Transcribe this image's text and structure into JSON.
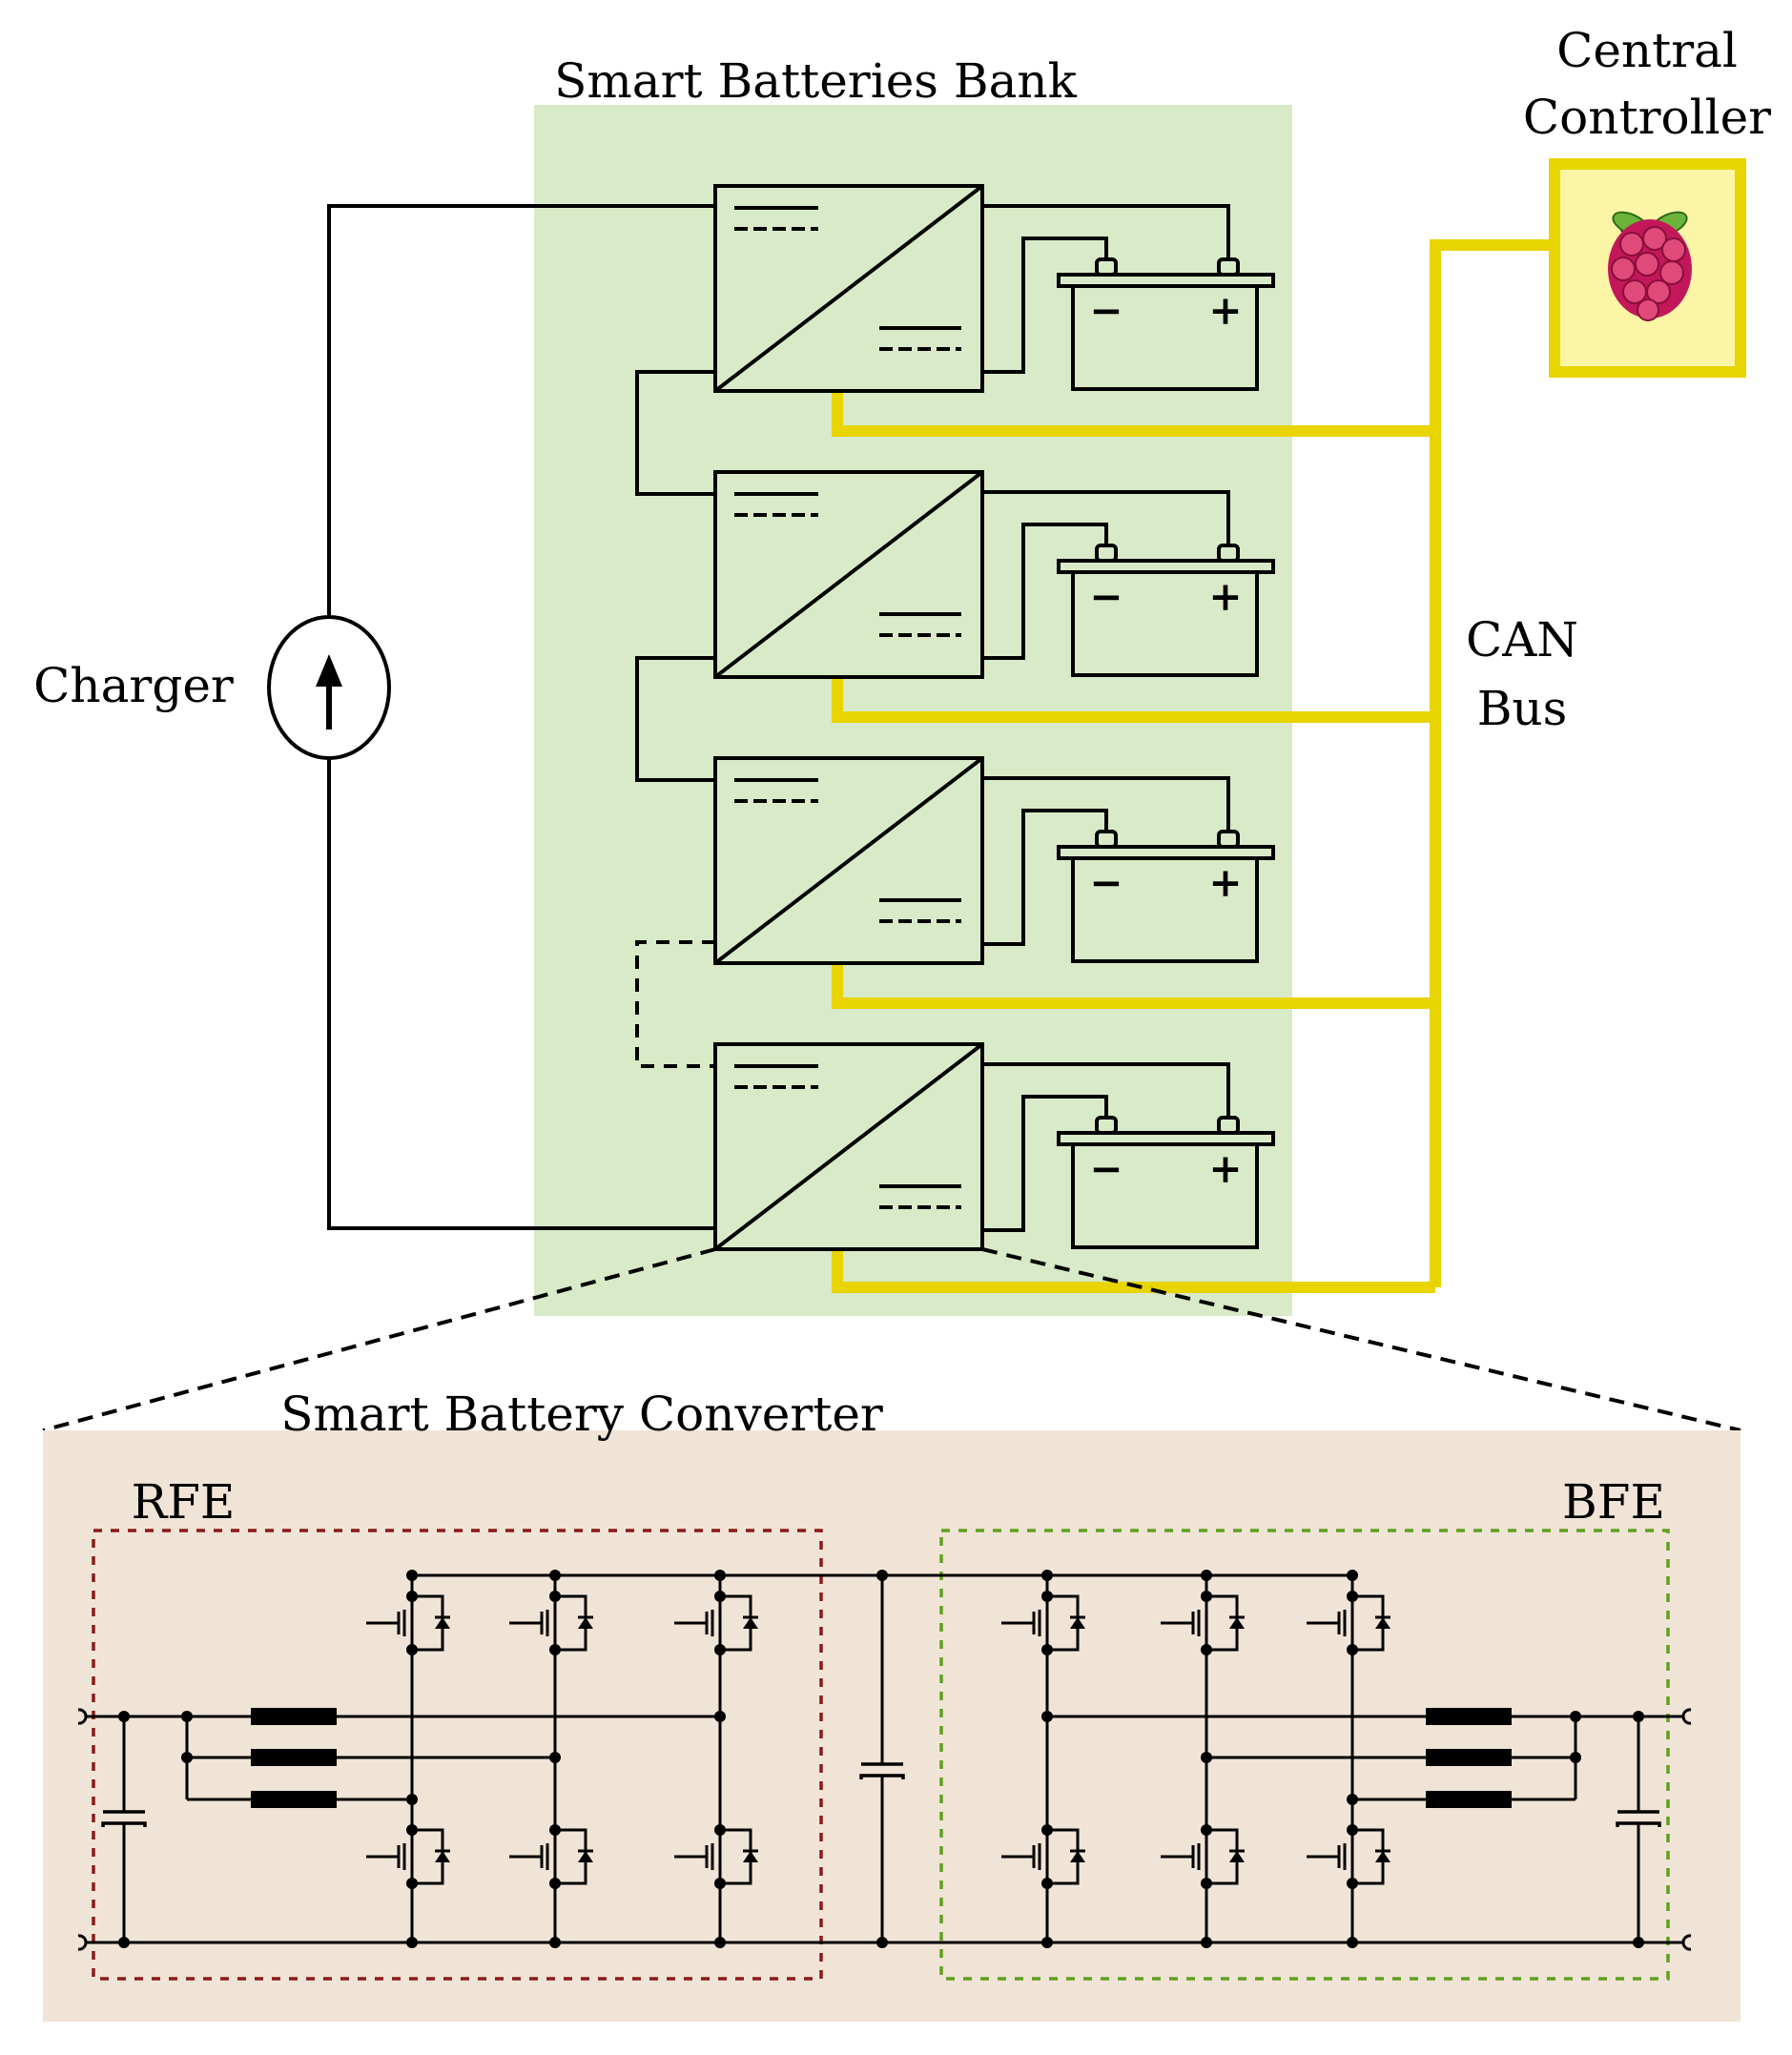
{
  "labels": {
    "bank_title": "Smart Batteries Bank",
    "controller_line1": "Central",
    "controller_line2": "Controller",
    "can_line1": "CAN",
    "can_line2": "Bus",
    "charger": "Charger",
    "converter_title": "Smart Battery Converter",
    "rfe": "RFE",
    "bfe": "BFE",
    "minus": "−",
    "plus": "+"
  },
  "colors": {
    "bank_fill": "#d8eac8",
    "converter_fill": "#f0e4d6",
    "can_bus": "#e8d400",
    "controller_fill": "#fdf5a6",
    "rfe_border": "#8b1a1a",
    "bfe_border": "#5fa01e",
    "wire": "#000000",
    "raspberry": "#c2185b",
    "leaf": "#6bb33a"
  },
  "icons": {
    "controller": "raspberry-pi-icon",
    "charger": "current-source-icon",
    "battery": "battery-icon",
    "converter": "dc-dc-converter-icon"
  }
}
